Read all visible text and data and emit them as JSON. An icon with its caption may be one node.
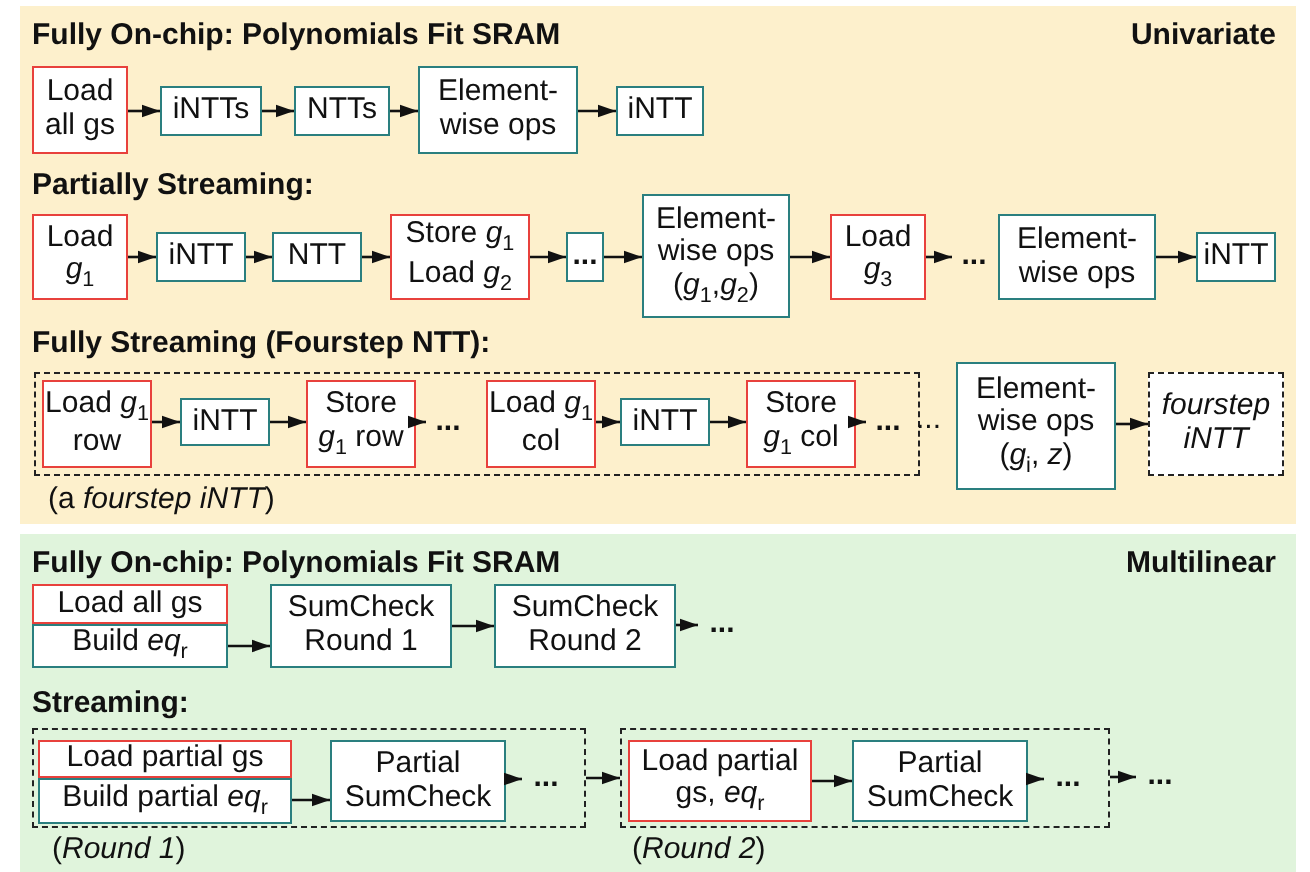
{
  "diagram": {
    "nodes": [
      {
        "text": [
          "Fully On-chip: Polynomials Fit SRAM",
          "Univariate"
        ]
      },
      {
        "text": [
          "Load all gs"
        ],
        "in": 0
      },
      {
        "text": [
          "iNTTs"
        ],
        "in": 0
      },
      {
        "text": [
          "NTTs"
        ],
        "in": 0
      },
      {
        "text": [
          "Element-wise ops"
        ],
        "in": 0
      },
      {
        "text": [
          "iNTT"
        ],
        "in": 0
      },
      {
        "text": [
          "Load *g*$_{1}$"
        ],
        "in": 0
      },
      {
        "text": [
          "iNTT"
        ],
        "in": 0
      },
      {
        "text": [
          "NTT"
        ],
        "in": 0
      },
      {
        "text": [
          "Store *g*$_{1}$ Load *g*$_{2}$"
        ],
        "in": 0
      },
      {
        "text": [
          "..."
        ],
        "in": 0
      },
      {
        "text": [
          "Element-wise ops (*g*$_{1}$,*g*$_{2}$)"
        ],
        "in": 0
      },
      {
        "text": [
          "Load *g*$_{3}$"
        ],
        "in": 0
      },
      {
        "text": [
          "..."
        ],
        "in": 0
      },
      {
        "text": [
          "Element-wise ops"
        ],
        "in": 0
      },
      {
        "text": [
          "iNTT"
        ],
        "in": 0
      },
      {
        "text": [],
        "shape": "box",
        "in": 0
      },
      {
        "text": [
          "Load *g*$_{1}$ row"
        ],
        "in": 16
      },
      {
        "text": [
          "iNTT"
        ],
        "in": 16
      },
      {
        "text": [
          "Store *g*$_{1}$ row"
        ],
        "in": 16
      },
      {
        "text": [
          "..."
        ],
        "in": 16
      },
      {
        "text": [
          "Load *g*$_{1}$ col"
        ],
        "in": 16
      },
      {
        "text": [
          "iNTT"
        ],
        "in": 16
      },
      {
        "text": [
          "Store *g*$_{1}$ col"
        ],
        "in": 16
      },
      {
        "text": [
          "..."
        ],
        "in": 16
      },
      {
        "text": [
          "Element-wise ops (*g*$_{i}$, *z*)"
        ],
        "in": 0
      },
      {
        "text": [
          "fourstep iNTT"
        ],
        "in": 0
      },
      {
        "text": [
          "Fully On-chip: Polynomials Fit SRAM",
          "Multilinear"
        ]
      },
      {
        "text": [
          "Load all gs"
        ],
        "in": 27
      },
      {
        "text": [
          "Build *eq*$_{r}$"
        ],
        "in": 27
      },
      {
        "text": [
          "SumCheck Round 1"
        ],
        "in": 27
      },
      {
        "text": [
          "SumCheck Round 2"
        ],
        "in": 27
      },
      {
        "text": [
          "..."
        ],
        "in": 27
      },
      {
        "text": [],
        "shape": "box",
        "in": 27
      },
      {
        "text": [
          "Load partial gs"
        ],
        "in": 33
      },
      {
        "text": [
          "Build partial *eq*$_{r}$"
        ],
        "in": 33
      },
      {
        "text": [
          "Partial SumCheck"
        ],
        "in": 33
      },
      {
        "text": [
          "..."
        ],
        "in": 33
      },
      {
        "text": [],
        "shape": "box",
        "in": 27
      },
      {
        "text": [
          "Load partial gs, *eq*$_{r}$"
        ],
        "in": 38
      },
      {
        "text": [
          "Partial SumCheck"
        ],
        "in": 38
      },
      {
        "text": [
          "..."
        ],
        "in": 38
      },
      {
        "text": [
          "..."
        ],
        "in": 27
      }
    ],
    "edges": [
      {
        "from": 1,
        "to": 2,
        "arrow": "to"
      },
      {
        "from": 2,
        "to": 3,
        "arrow": "to"
      },
      {
        "from": 3,
        "to": 4,
        "arrow": "to"
      },
      {
        "from": 4,
        "to": 5,
        "arrow": "to"
      },
      {
        "from": 6,
        "to": 7,
        "arrow": "to"
      },
      {
        "from": 7,
        "to": 8,
        "arrow": "to"
      },
      {
        "from": 8,
        "to": 9,
        "arrow": "to"
      },
      {
        "from": 9,
        "to": 10,
        "arrow": "to"
      },
      {
        "from": 10,
        "to": 11,
        "arrow": "to"
      },
      {
        "from": 11,
        "to": 12,
        "arrow": "to"
      },
      {
        "from": 12,
        "to": 13,
        "arrow": "to"
      },
      {
        "from": 14,
        "to": 15,
        "arrow": "to"
      },
      {
        "from": 17,
        "to": 18,
        "arrow": "to"
      },
      {
        "from": 18,
        "to": 19,
        "arrow": "to"
      },
      {
        "from": 19,
        "to": 20,
        "arrow": "to"
      },
      {
        "from": 21,
        "to": 22,
        "arrow": "to"
      },
      {
        "from": 22,
        "to": 23,
        "arrow": "to"
      },
      {
        "from": 23,
        "to": 24,
        "arrow": "to"
      },
      {
        "from": 25,
        "to": 26,
        "arrow": "to"
      },
      {
        "from": 29,
        "to": 30,
        "arrow": "to"
      },
      {
        "from": 30,
        "to": 31,
        "arrow": "to"
      },
      {
        "from": 31,
        "to": 32,
        "arrow": "to"
      },
      {
        "from": 35,
        "to": 36,
        "arrow": "to"
      },
      {
        "from": 36,
        "to": 37,
        "arrow": "to"
      },
      {
        "from": 33,
        "to": 38,
        "arrow": "to"
      },
      {
        "from": 39,
        "to": 40,
        "arrow": "to"
      },
      {
        "from": 40,
        "to": 41,
        "arrow": "to"
      },
      {
        "from": 38,
        "to": 42,
        "arrow": "to"
      }
    ],
    "labels": [
      "Partially Streaming:",
      "Fully Streaming (Fourstep NTT):",
      "...",
      "(a *fourstep iNTT*)",
      "Streaming:",
      "(*Round 1*)",
      "(*Round 2*)"
    ]
  }
}
